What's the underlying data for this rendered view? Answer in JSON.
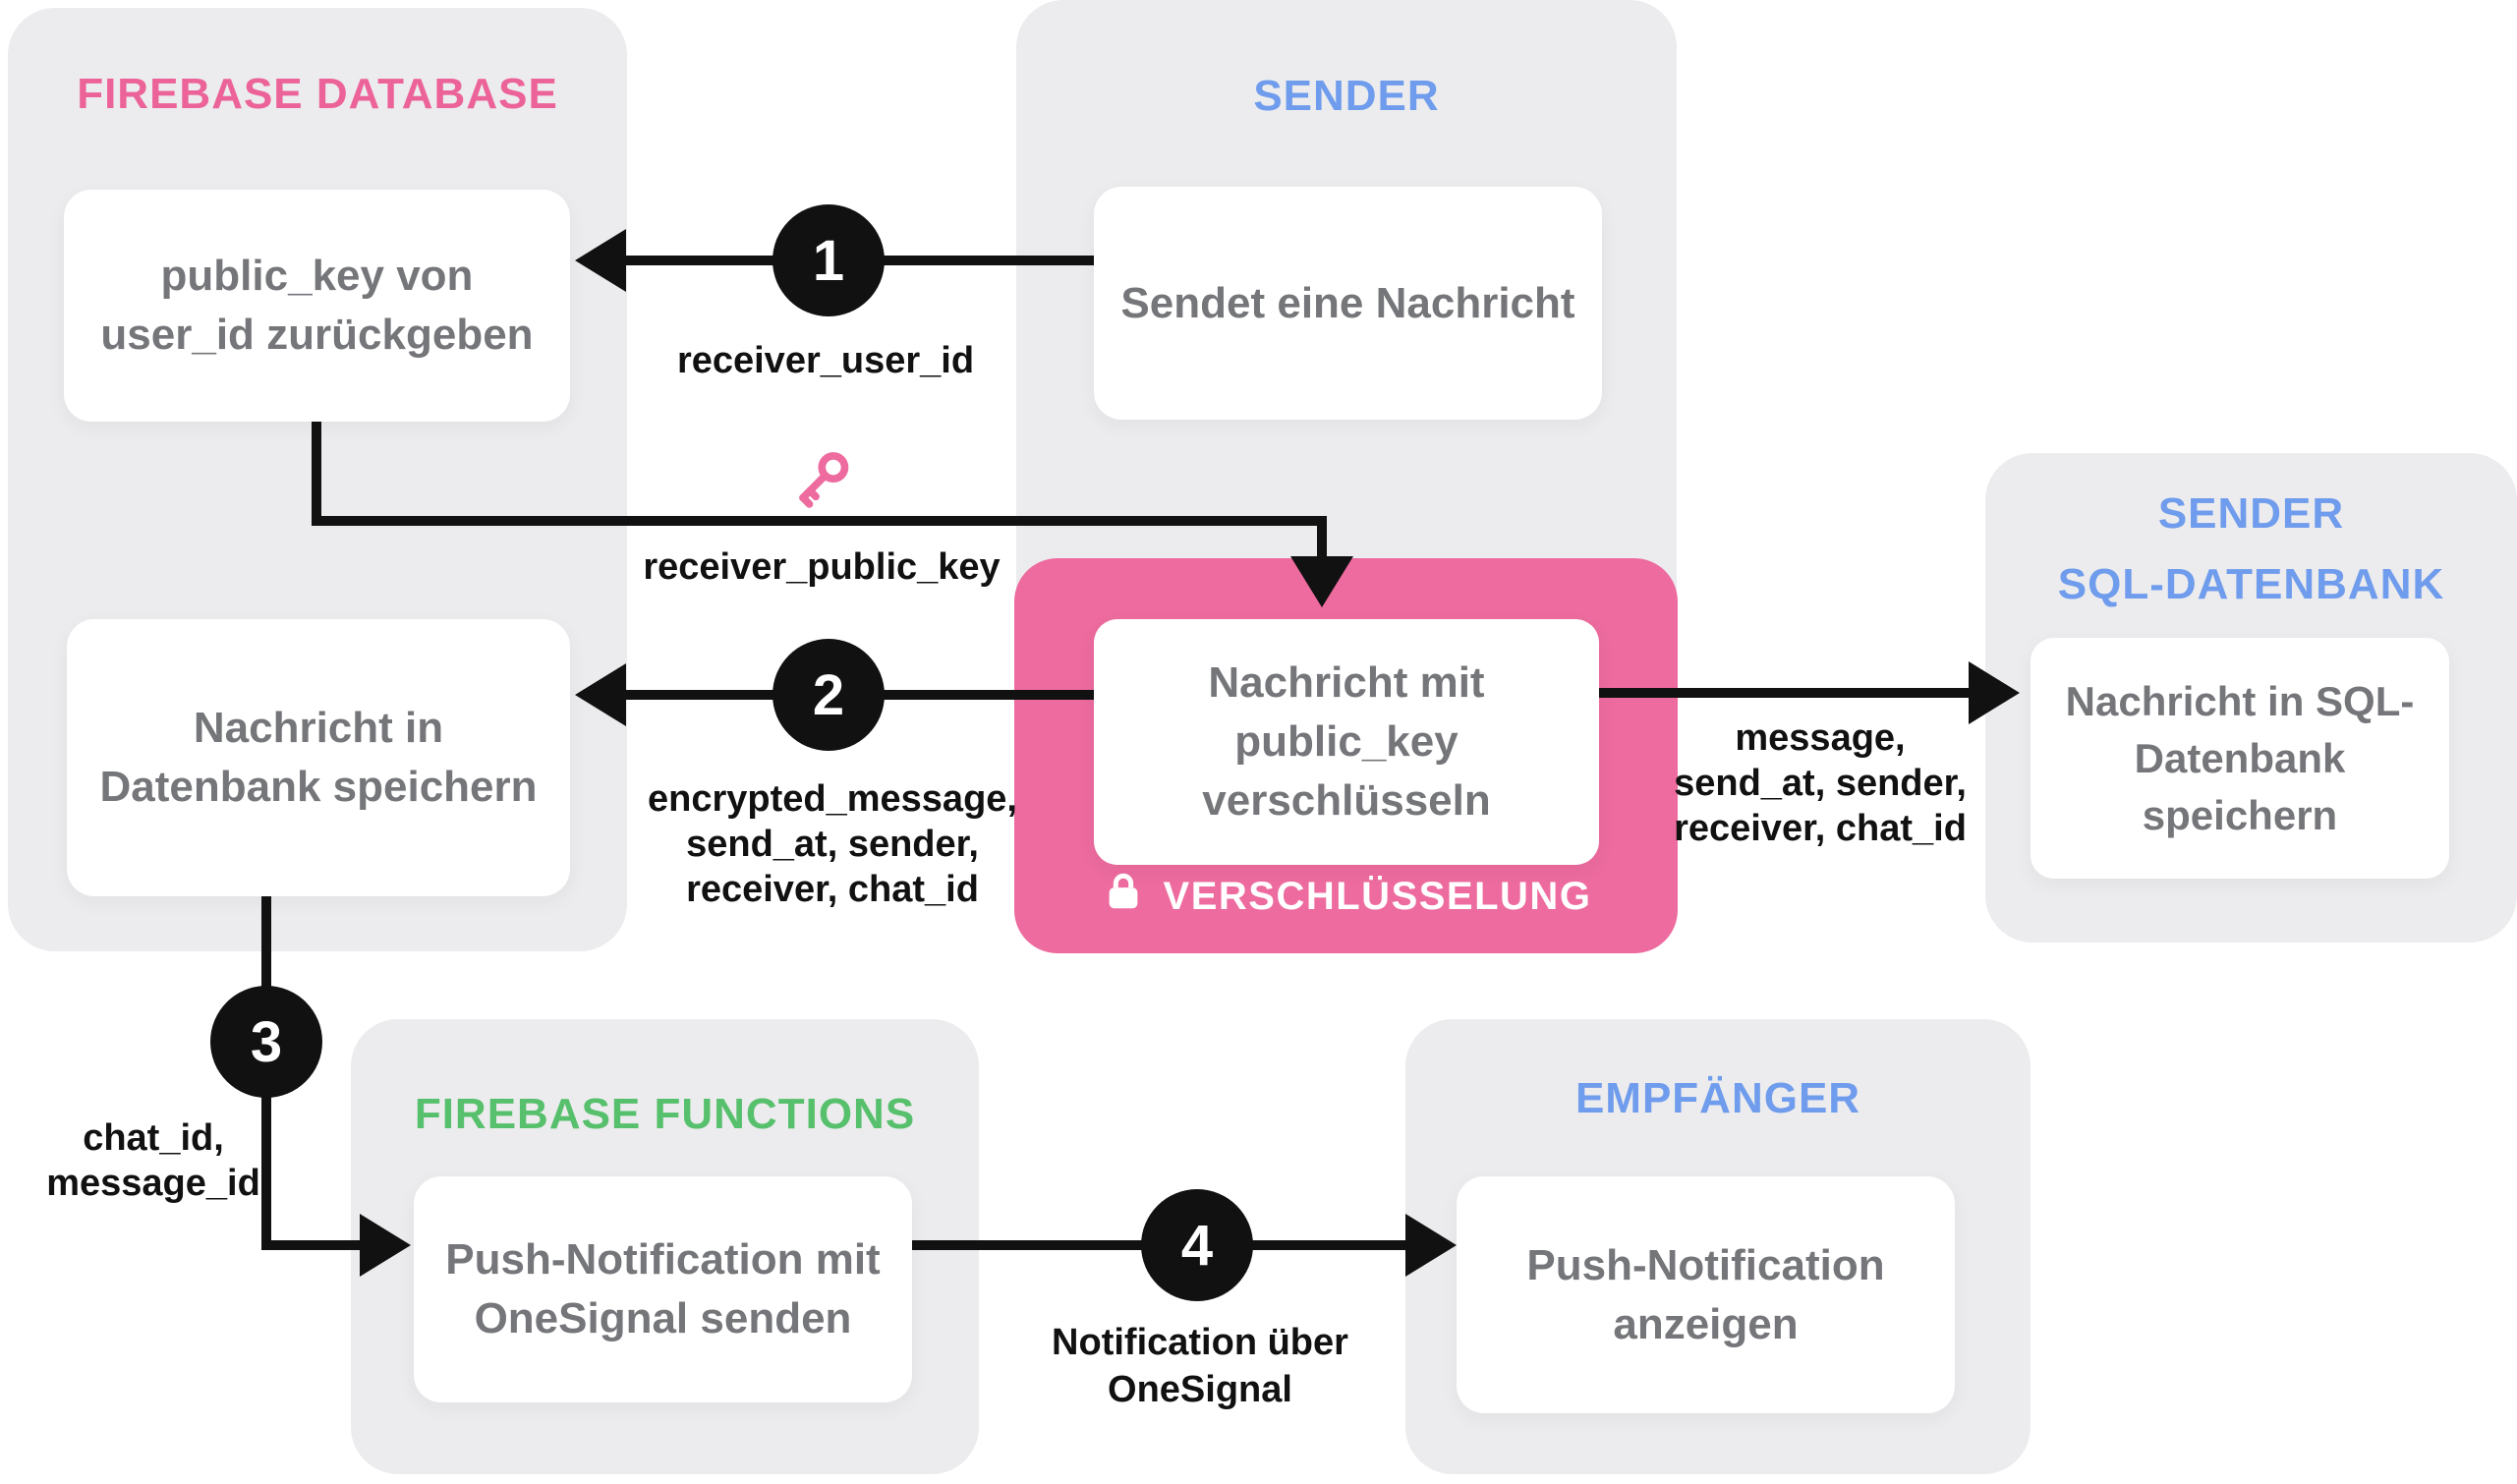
{
  "colors": {
    "pink_panel": "#ed6b9e",
    "pink_text": "#ec6399",
    "blue_text": "#6f9cec",
    "green_text": "#57c06c",
    "panel_gray": "#ececee",
    "node_text_gray": "#75767a",
    "line_black": "#111111"
  },
  "groups": {
    "firebase_database": {
      "label": "FIREBASE DATABASE"
    },
    "sender": {
      "label": "SENDER"
    },
    "sender_sql": {
      "label_lines": [
        "SENDER",
        "SQL-DATENBANK"
      ]
    },
    "firebase_functions": {
      "label": "FIREBASE FUNCTIONS"
    },
    "empfaenger": {
      "label": "EMPFÄNGER"
    },
    "verschluesselung": {
      "label": "VERSCHLÜSSELUNG"
    }
  },
  "nodes": {
    "return_public_key": {
      "lines": [
        "public_key von",
        "user_id zurückgeben"
      ]
    },
    "send_message": {
      "lines": [
        "Sendet eine Nachricht"
      ]
    },
    "encrypt_message": {
      "lines": [
        "Nachricht mit",
        "public_key",
        "verschlüsseln"
      ]
    },
    "store_db": {
      "lines": [
        "Nachricht in",
        "Datenbank speichern"
      ]
    },
    "store_sql": {
      "lines": [
        "Nachricht in SQL-",
        "Datenbank",
        "speichern"
      ]
    },
    "push_send": {
      "lines": [
        "Push-Notification mit",
        "OneSignal senden"
      ]
    },
    "push_show": {
      "lines": [
        "Push-Notification",
        "anzeigen"
      ]
    }
  },
  "steps": {
    "s1": "1",
    "s2": "2",
    "s3": "3",
    "s4": "4"
  },
  "edge_labels": {
    "receiver_user_id": "receiver_user_id",
    "receiver_public_key": "receiver_public_key",
    "encrypted_payload": [
      "encrypted_message,",
      "send_at, sender,",
      "receiver, chat_id"
    ],
    "sql_payload": [
      "message,",
      "send_at, sender,",
      "receiver, chat_id"
    ],
    "chat_payload": [
      "chat_id,",
      "message_id"
    ],
    "notification": [
      "Notification über",
      "OneSignal"
    ]
  },
  "icons": {
    "key": "key-icon",
    "lock": "lock-icon"
  }
}
